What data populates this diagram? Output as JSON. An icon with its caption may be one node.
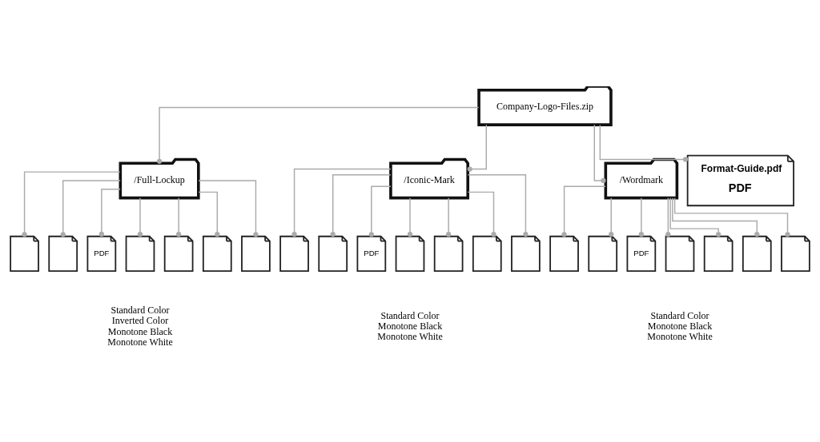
{
  "diagram": {
    "nodes": [
      {
        "text": [
          "Company-Logo-Files.zip"
        ]
      },
      {
        "text": [
          "/Full-Lockup"
        ],
        "beside": [
          "Standard Color",
          "Inverted Color",
          "Monotone Black",
          "Monotone White"
        ]
      },
      {
        "text": [],
        "shape": "document"
      },
      {
        "text": [],
        "shape": "document"
      },
      {
        "text": [
          "PDF"
        ]
      },
      {
        "text": [],
        "shape": "document"
      },
      {
        "text": [],
        "shape": "document"
      },
      {
        "text": [],
        "shape": "document"
      },
      {
        "text": [],
        "shape": "document"
      },
      {
        "text": [
          "/Iconic-Mark"
        ],
        "beside": [
          "Standard Color",
          "Monotone Black",
          "Monotone White"
        ]
      },
      {
        "text": [],
        "shape": "document"
      },
      {
        "text": [],
        "shape": "document"
      },
      {
        "text": [
          "PDF"
        ]
      },
      {
        "text": [],
        "shape": "document"
      },
      {
        "text": [],
        "shape": "document"
      },
      {
        "text": [],
        "shape": "document"
      },
      {
        "text": [],
        "shape": "document"
      },
      {
        "text": [
          "/Wordmark"
        ],
        "beside": [
          "Standard Color",
          "Monotone Black",
          "Monotone White"
        ]
      },
      {
        "text": [],
        "shape": "document"
      },
      {
        "text": [],
        "shape": "document"
      },
      {
        "text": [
          "PDF"
        ]
      },
      {
        "text": [],
        "shape": "document"
      },
      {
        "text": [],
        "shape": "document"
      },
      {
        "text": [],
        "shape": "document"
      },
      {
        "text": [],
        "shape": "document"
      },
      {
        "text": [
          "Format-Guide.pdf",
          "PDF"
        ]
      }
    ],
    "edges": [
      {
        "from": 0,
        "to": 1,
        "arrow": "other"
      },
      {
        "from": 0,
        "to": 9,
        "arrow": "other"
      },
      {
        "from": 0,
        "to": 17,
        "arrow": "other"
      },
      {
        "from": 0,
        "to": 25,
        "arrow": "other"
      },
      {
        "from": 1,
        "to": 2,
        "arrow": "other"
      },
      {
        "from": 1,
        "to": 3,
        "arrow": "other"
      },
      {
        "from": 1,
        "to": 4,
        "arrow": "other"
      },
      {
        "from": 1,
        "to": 5,
        "arrow": "other"
      },
      {
        "from": 1,
        "to": 6,
        "arrow": "other"
      },
      {
        "from": 1,
        "to": 7,
        "arrow": "other"
      },
      {
        "from": 1,
        "to": 8,
        "arrow": "other"
      },
      {
        "from": 9,
        "to": 10,
        "arrow": "other"
      },
      {
        "from": 9,
        "to": 11,
        "arrow": "other"
      },
      {
        "from": 9,
        "to": 12,
        "arrow": "other"
      },
      {
        "from": 9,
        "to": 13,
        "arrow": "other"
      },
      {
        "from": 9,
        "to": 14,
        "arrow": "other"
      },
      {
        "from": 9,
        "to": 15,
        "arrow": "other"
      },
      {
        "from": 9,
        "to": 16,
        "arrow": "other"
      },
      {
        "from": 17,
        "to": 18,
        "arrow": "other"
      },
      {
        "from": 17,
        "to": 19,
        "arrow": "other"
      },
      {
        "from": 17,
        "to": 20,
        "arrow": "other"
      },
      {
        "from": 17,
        "to": 21,
        "arrow": "other"
      },
      {
        "from": 17,
        "to": 22,
        "arrow": "other"
      },
      {
        "from": 17,
        "to": 23,
        "arrow": "other"
      },
      {
        "from": 17,
        "to": 24,
        "arrow": "other"
      }
    ]
  }
}
